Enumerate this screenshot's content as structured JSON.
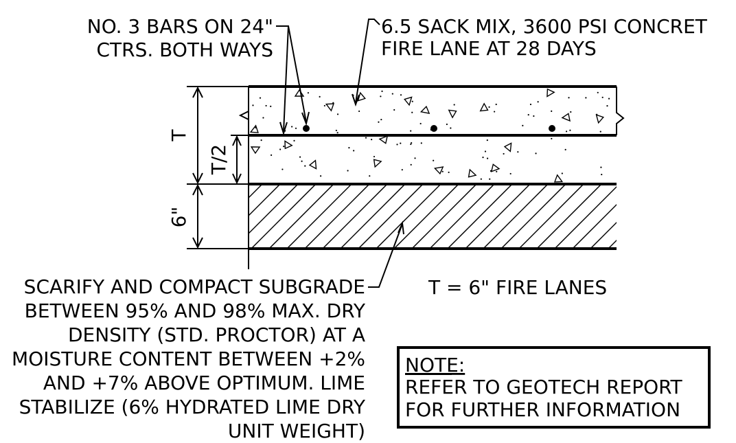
{
  "labels": {
    "bars": [
      "NO. 3 BARS ON 24\"",
      "CTRS. BOTH WAYS"
    ],
    "concrete": [
      "6.5 SACK MIX, 3600 PSI CONCRET",
      "FIRE LANE AT 28 DAYS"
    ],
    "dim_t": "T",
    "dim_half_t": "T/2",
    "dim_subgrade": "6\"",
    "fire_lanes": "T = 6\" FIRE LANES",
    "subgrade": [
      "SCARIFY AND COMPACT SUBGRADE",
      "BETWEEN 95% AND 98% MAX. DRY",
      "DENSITY (STD. PROCTOR) AT A",
      "MOISTURE CONTENT BETWEEN +2%",
      "AND +7% ABOVE OPTIMUM. LIME",
      "STABILIZE (6% HYDRATED LIME DRY",
      "UNIT WEIGHT)"
    ]
  },
  "note": {
    "title": "NOTE:",
    "lines": [
      "REFER TO GEOTECH REPORT",
      "FOR FURTHER INFORMATION"
    ]
  }
}
